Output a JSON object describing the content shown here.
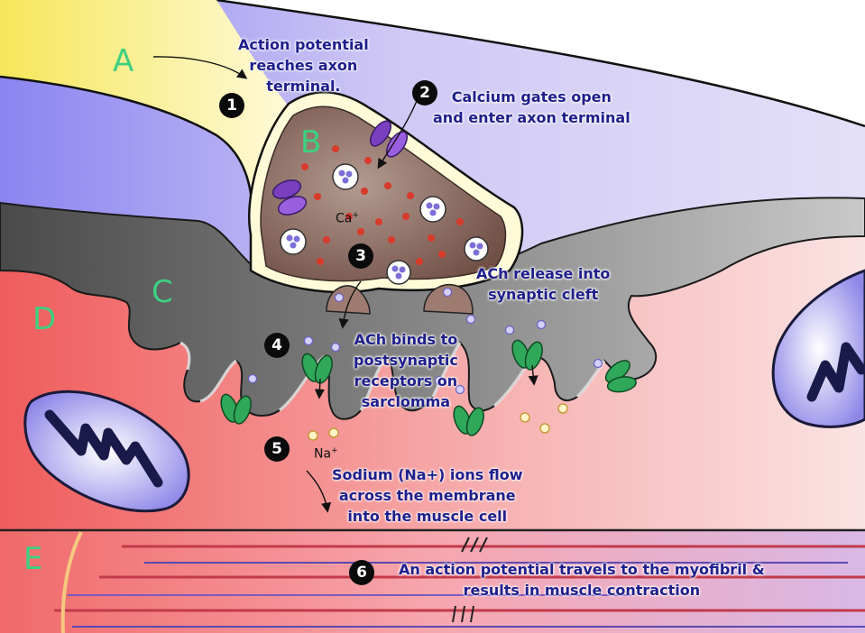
{
  "letters": {
    "a": "A",
    "b": "B",
    "c": "C",
    "d": "D",
    "e": "E"
  },
  "steps": [
    {
      "num": "1",
      "lines": [
        "Action potential",
        "reaches axon",
        "terminal."
      ]
    },
    {
      "num": "2",
      "lines": [
        "Calcium gates open",
        "and enter axon terminal"
      ]
    },
    {
      "num": "3",
      "lines": [
        "ACh release into",
        "synaptic cleft"
      ]
    },
    {
      "num": "4",
      "lines": [
        "ACh binds to",
        "postsynaptic",
        "receptors on",
        "sarclomma"
      ]
    },
    {
      "num": "5",
      "lines": [
        "Sodium (Na+) ions flow",
        "across the membrane",
        "into the muscle cell"
      ]
    },
    {
      "num": "6",
      "lines": [
        "An action potential travels to the myofibril &",
        "results in muscle contraction"
      ]
    }
  ],
  "ions": {
    "calcium": {
      "text": "Ca",
      "charge": "+"
    },
    "sodium": {
      "text": "Na",
      "charge": "+"
    }
  },
  "colors": {
    "label_text": "#1f1f8c",
    "letter_text": "#3ed080",
    "axon": "#fff6a8",
    "terminal": "#8c6a5c",
    "receptor": "#2fa85a",
    "calcium_channel": "#7a3fc0",
    "cleft_gray": "#8a8a8a",
    "muscle_pink": "#f07070"
  }
}
